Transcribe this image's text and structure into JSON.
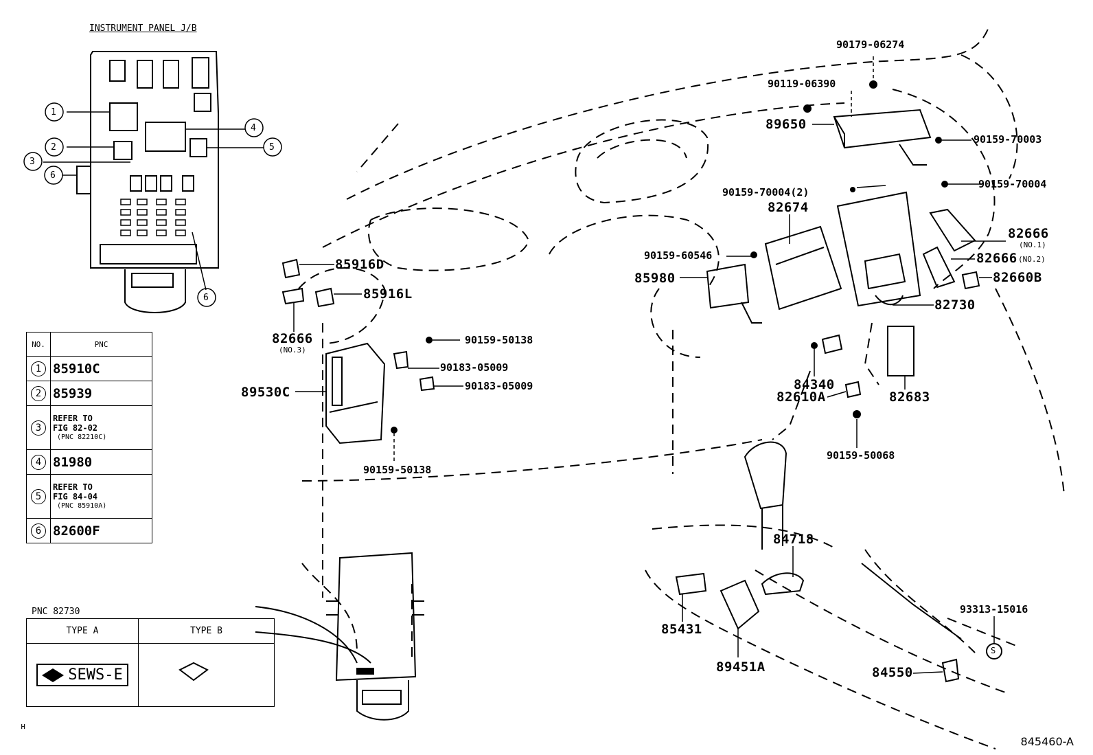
{
  "jb_title": "INSTRUMENT PANEL J/B",
  "callouts": {
    "c1": "1",
    "c2": "2",
    "c3": "3",
    "c4": "4",
    "c5": "5",
    "c6a": "6",
    "c6b": "6"
  },
  "pnc_table": {
    "header_no": "NO.",
    "header_pnc": "PNC",
    "rows": [
      {
        "no": "1",
        "line1": "85910C",
        "line2": "",
        "line3": ""
      },
      {
        "no": "2",
        "line1": "85939",
        "line2": "",
        "line3": ""
      },
      {
        "no": "3",
        "line1": "REFER TO",
        "line2": "FIG 82-02",
        "line3": "(PNC 82210C)"
      },
      {
        "no": "4",
        "line1": "81980",
        "line2": "",
        "line3": ""
      },
      {
        "no": "5",
        "line1": "REFER TO",
        "line2": "FIG 84-04",
        "line3": "(PNC 85910A)"
      },
      {
        "no": "6",
        "line1": "82600F",
        "line2": "",
        "line3": ""
      }
    ]
  },
  "type_box": {
    "caption": "PNC 82730",
    "type_a": "TYPE A",
    "type_b": "TYPE B",
    "sews": "SEWS-E"
  },
  "parts": {
    "p90179_06274": "90179-06274",
    "p90119_06390": "90119-06390",
    "p89650": "89650",
    "p90159_70003": "90159-70003",
    "p90159_70004_2": "90159-70004(2)",
    "p90159_70004": "90159-70004",
    "p82674": "82674",
    "p82666_no1": "82666",
    "no1": "(NO.1)",
    "p90159_60546": "90159-60546",
    "p82666_no2": "82666",
    "no2": "(NO.2)",
    "p85980": "85980",
    "p82660b": "82660B",
    "p82730": "82730",
    "p85916d": "85916D",
    "p85916l": "85916L",
    "p82666_no3": "82666",
    "no3": "(NO.3)",
    "p90159_50138_a": "90159-50138",
    "p90183_05009_a": "90183-05009",
    "p90183_05009_b": "90183-05009",
    "p89530c": "89530C",
    "p90159_50138_b": "90159-50138",
    "p84340": "84340",
    "p82610a": "82610A",
    "p82683": "82683",
    "p90159_50068": "90159-50068",
    "p84718": "84718",
    "p85431": "85431",
    "p89451a": "89451A",
    "p93313_15016": "93313-15016",
    "p84550": "84550",
    "s_mark": "S"
  },
  "figure_id": "845460-A",
  "corner_mark": "н"
}
